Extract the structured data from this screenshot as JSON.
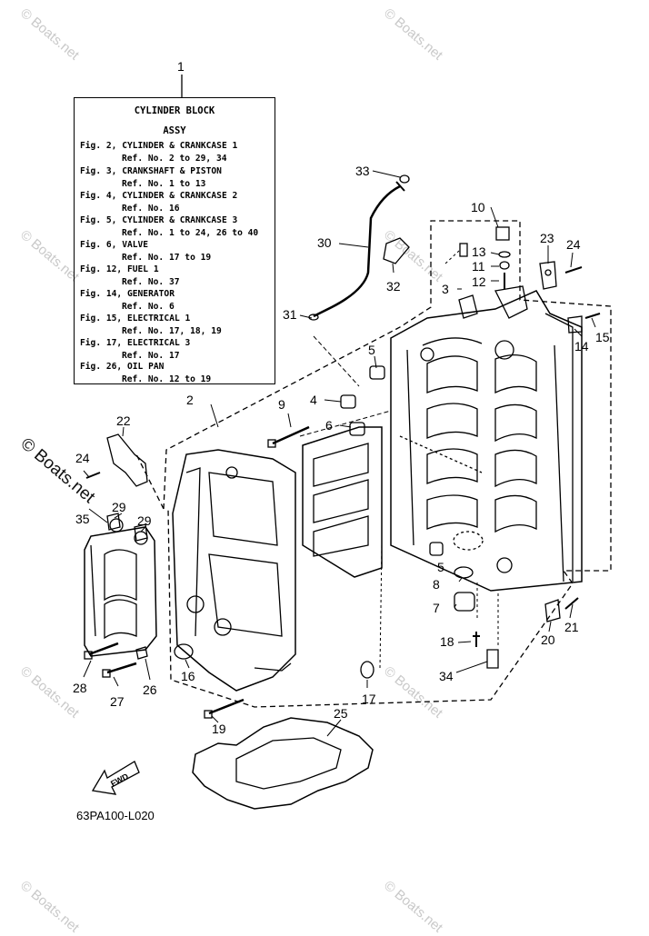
{
  "watermark": "© Boats.net",
  "box": {
    "callout": "1",
    "title": "CYLINDER BLOCK",
    "subtitle": "ASSY",
    "lines": [
      {
        "fig": "Fig. 2, CYLINDER & CRANKCASE 1",
        "ref": "Ref. No. 2 to 29, 34"
      },
      {
        "fig": "Fig. 3, CRANKSHAFT & PISTON",
        "ref": "Ref. No. 1 to 13"
      },
      {
        "fig": "Fig. 4, CYLINDER & CRANKCASE 2",
        "ref": "Ref. No. 16"
      },
      {
        "fig": "Fig. 5, CYLINDER & CRANKCASE 3",
        "ref": "Ref. No. 1 to 24, 26 to 40"
      },
      {
        "fig": "Fig. 6, VALVE",
        "ref": "Ref. No. 17 to 19"
      },
      {
        "fig": "Fig. 12, FUEL 1",
        "ref": "Ref. No. 37"
      },
      {
        "fig": "Fig. 14, GENERATOR",
        "ref": "Ref. No. 6"
      },
      {
        "fig": "Fig. 15, ELECTRICAL 1",
        "ref": "Ref. No. 17, 18, 19"
      },
      {
        "fig": "Fig. 17, ELECTRICAL 3",
        "ref": "Ref. No. 17"
      },
      {
        "fig": "Fig. 26, OIL PAN",
        "ref": "Ref. No. 12 to 19"
      }
    ]
  },
  "callouts": [
    "2",
    "3",
    "4",
    "5",
    "5",
    "6",
    "7",
    "8",
    "9",
    "10",
    "11",
    "12",
    "13",
    "14",
    "15",
    "16",
    "17",
    "18",
    "19",
    "20",
    "21",
    "22",
    "23",
    "24",
    "24",
    "25",
    "26",
    "27",
    "28",
    "29",
    "29",
    "30",
    "31",
    "32",
    "33",
    "34",
    "35"
  ],
  "fwd_label": "FWD",
  "diagram_code": "63PA100-L020"
}
